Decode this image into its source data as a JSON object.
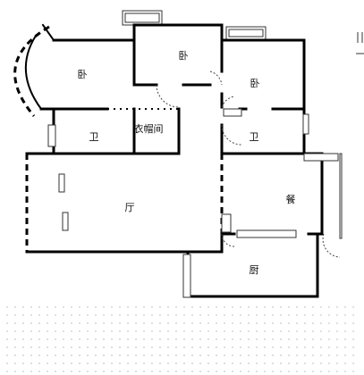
{
  "rooms": {
    "bedroom_left": "卧",
    "bedroom_center": "卧",
    "bedroom_right": "卧",
    "bathroom_left": "卫",
    "cloakroom": "衣帽间",
    "bathroom_right": "卫",
    "living_room": "厅",
    "dining_room": "餐",
    "kitchen": "厨"
  }
}
